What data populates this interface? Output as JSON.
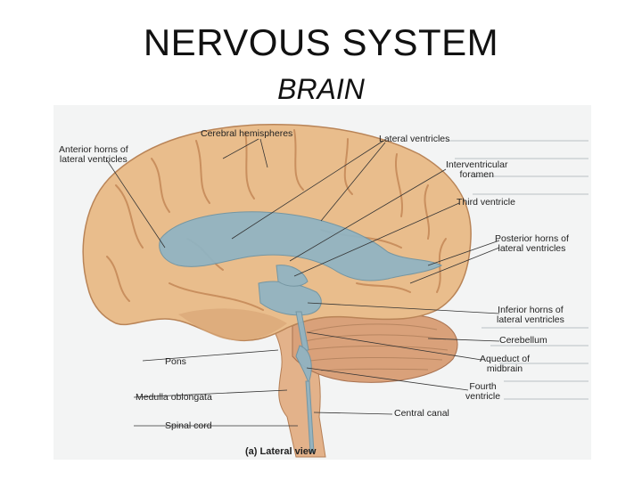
{
  "slide": {
    "title": "NERVOUS SYSTEM",
    "subtitle": "BRAIN"
  },
  "figure": {
    "caption": "(a) Lateral view",
    "labels": {
      "cerebral_hemispheres": "Cerebral hemispheres",
      "anterior_horns": "Anterior horns of\nlateral ventricles",
      "lateral_ventricles": "Lateral ventricles",
      "interventricular_foramen": "Interventricular\nforamen",
      "third_ventricle": "Third ventricle",
      "posterior_horns": "Posterior horns of\nlateral ventricles",
      "inferior_horns": "Inferior horns of\nlateral ventricles",
      "cerebellum": "Cerebellum",
      "pons": "Pons",
      "aqueduct": "Aqueduct of\nmidbrain",
      "fourth_ventricle": "Fourth\nventricle",
      "medulla": "Medulla oblongata",
      "spinal_cord": "Spinal cord",
      "central_canal": "Central canal"
    },
    "colors": {
      "brain": "#e9bd8c",
      "brain_shadow": "#c98f5e",
      "ventricles": "#8fb4c4",
      "cerebellum": "#d9a17a",
      "background": "#f3f4f4"
    }
  }
}
